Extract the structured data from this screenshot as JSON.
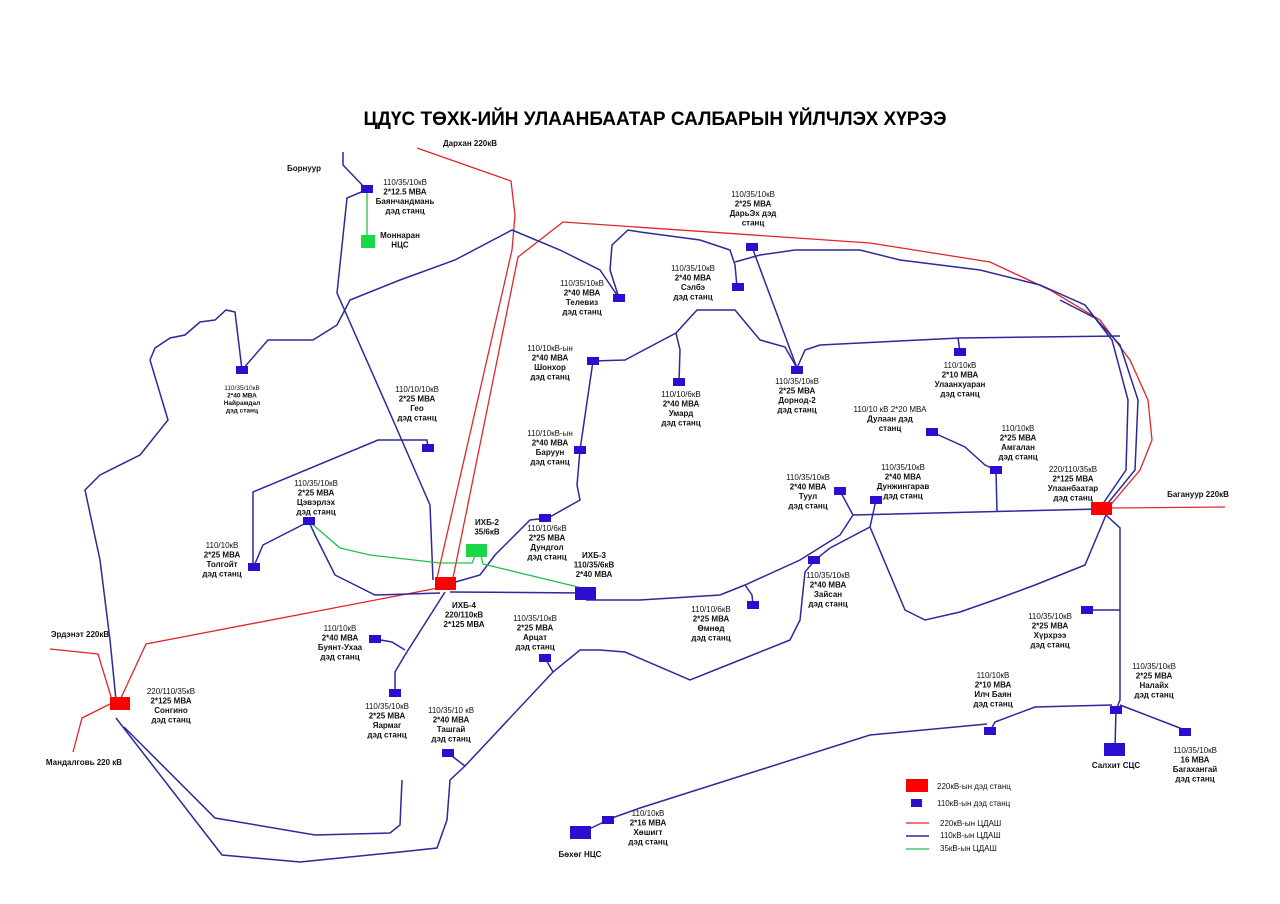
{
  "title": "ЦДҮС ТӨХК-ИЙН УЛААНБААТАР САЛБАРЫН ҮЙЛЧЛЭХ ХҮРЭЭ",
  "colors": {
    "line_220": "#e0262a",
    "line_110": "#2a2a9a",
    "line_35": "#22c04a",
    "station_220": "#ff0000",
    "station_110": "#2a0fd0",
    "station_35": "#18d848"
  },
  "labels": {
    "bornuur": [
      "Борнуур"
    ],
    "darkhan": [
      "Дархан 220кВ"
    ],
    "bayanchandmani": [
      "110/35/10кВ",
      "2*12.5 МВА",
      "Баянчандмань",
      "дэд станц"
    ],
    "monnaran": [
      "Моннаран",
      "НЦС"
    ],
    "nairamdal": [
      "110/35/10кВ",
      "2*40 МВА",
      "Найрамдал",
      "дэд станц"
    ],
    "geo": [
      "110/10/10кВ",
      "2*25 МВА",
      "Гео",
      "дэд станц"
    ],
    "televiz": [
      "110/35/10кВ",
      "2*40 МВА",
      "Телевиз",
      "дэд станц"
    ],
    "selbe": [
      "110/35/10кВ",
      "2*40 МВА",
      "Сэлбэ",
      "дэд станц"
    ],
    "darkhex": [
      "110/35/10кВ",
      "2*25 МВА",
      "ДарьЭх дэд",
      "станц"
    ],
    "shonkhor": [
      "110/10кВ-ын",
      "2*40 МВА",
      "Шонхор",
      "дэд станц"
    ],
    "umard": [
      "110/10/6кВ",
      "2*40 МВА",
      "Умард",
      "дэд станц"
    ],
    "dornod2": [
      "110/35/10кВ",
      "2*25 МВА",
      "Дорнод-2",
      "дэд станц"
    ],
    "ulaankhuaran": [
      "110/10кВ",
      "2*10 МВА",
      "Улаанхуаран",
      "дэд станц"
    ],
    "dulaan": [
      "110/10 кВ 2*20 МВА",
      "Дулаан дэд",
      "станц"
    ],
    "amgalan": [
      "110/10кВ",
      "2*25 МВА",
      "Амгалан",
      "дэд станц"
    ],
    "baruun": [
      "110/10кВ-ын",
      "2*40 МВА",
      "Баруун",
      "дэд станц"
    ],
    "tsevrlekh": [
      "110/35/10кВ",
      "2*25 МВА",
      "Цэвэрлэх",
      "дэд станц"
    ],
    "tolgoit": [
      "110/10кВ",
      "2*25 МВА",
      "Толгойт",
      "дэд станц"
    ],
    "ikhb2": [
      "ИХБ-2",
      "35/6кВ"
    ],
    "dundgol": [
      "110/10/6кВ",
      "2*25 МВА",
      "Дундгол",
      "дэд станц"
    ],
    "ikhb3": [
      "ИХБ-3",
      "110/35/6кВ",
      "2*40 МВА"
    ],
    "ikhb4": [
      "ИХБ-4",
      "220/110кВ",
      "2*125 МВА"
    ],
    "buyantukhaa": [
      "110/10кВ",
      "2*40 МВА",
      "Буянт-Ухаа",
      "дэд станц"
    ],
    "yarmag": [
      "110/35/10кВ",
      "2*25 МВА",
      "Яармаг",
      "дэд станц"
    ],
    "tashgai": [
      "110/35/10 кВ",
      "2*40 МВА",
      "Ташгай",
      "дэд станц"
    ],
    "artsat": [
      "110/35/10кВ",
      "2*25 МВА",
      "Арцат",
      "дэд станц"
    ],
    "tuul": [
      "110/35/10кВ",
      "2*40 МВА",
      "Туул",
      "дэд станц"
    ],
    "dunjingarav": [
      "110/35/10кВ",
      "2*40 МВА",
      "Дунжингарав",
      "дэд станц"
    ],
    "zaisan": [
      "110/35/10кВ",
      "2*40 МВА",
      "Зайсан",
      "дэд станц"
    ],
    "omnod": [
      "110/10/6кВ",
      "2*25 МВА",
      "Өмнөд",
      "дэд станц"
    ],
    "ulaanbaatar": [
      "220/110/35кВ",
      "2*125 МВА",
      "Улаанбаатар",
      "дэд станц"
    ],
    "baganuur": [
      "Багануур 220кВ"
    ],
    "khurkhree": [
      "110/35/10кВ",
      "2*25 МВА",
      "Хүрхрээ",
      "дэд станц"
    ],
    "erdenet": [
      "Эрдэнэт 220кВ"
    ],
    "songino": [
      "220/110/35кВ",
      "2*125 МВА",
      "Сонгино",
      "дэд станц"
    ],
    "mandalgovi": [
      "Мандалговь 220 кВ"
    ],
    "ilchbayan": [
      "110/10кВ",
      "2*10 МВА",
      "Илч Баян",
      "дэд станц"
    ],
    "nalaikh": [
      "110/35/10кВ",
      "2*25 МВА",
      "Налайх",
      "дэд станц"
    ],
    "bagakhangai": [
      "110/35/10кВ",
      "16 МВА",
      "Багахангай",
      "дэд станц"
    ],
    "salkhit": [
      "Салхит СЦС"
    ],
    "khoshigt": [
      "110/10кВ",
      "2*16 МВА",
      "Хөшигт",
      "дэд станц"
    ],
    "bokh": [
      "Бөхөг НЦС"
    ]
  },
  "legend": {
    "station_220": "220кВ-ын дэд станц",
    "station_110": "110кВ-ын дэд станц",
    "line_220": "220кВ-ын ЦДАШ",
    "line_110": "110кВ-ын ЦДАШ",
    "line_35": "35кВ-ын ЦДАШ"
  }
}
